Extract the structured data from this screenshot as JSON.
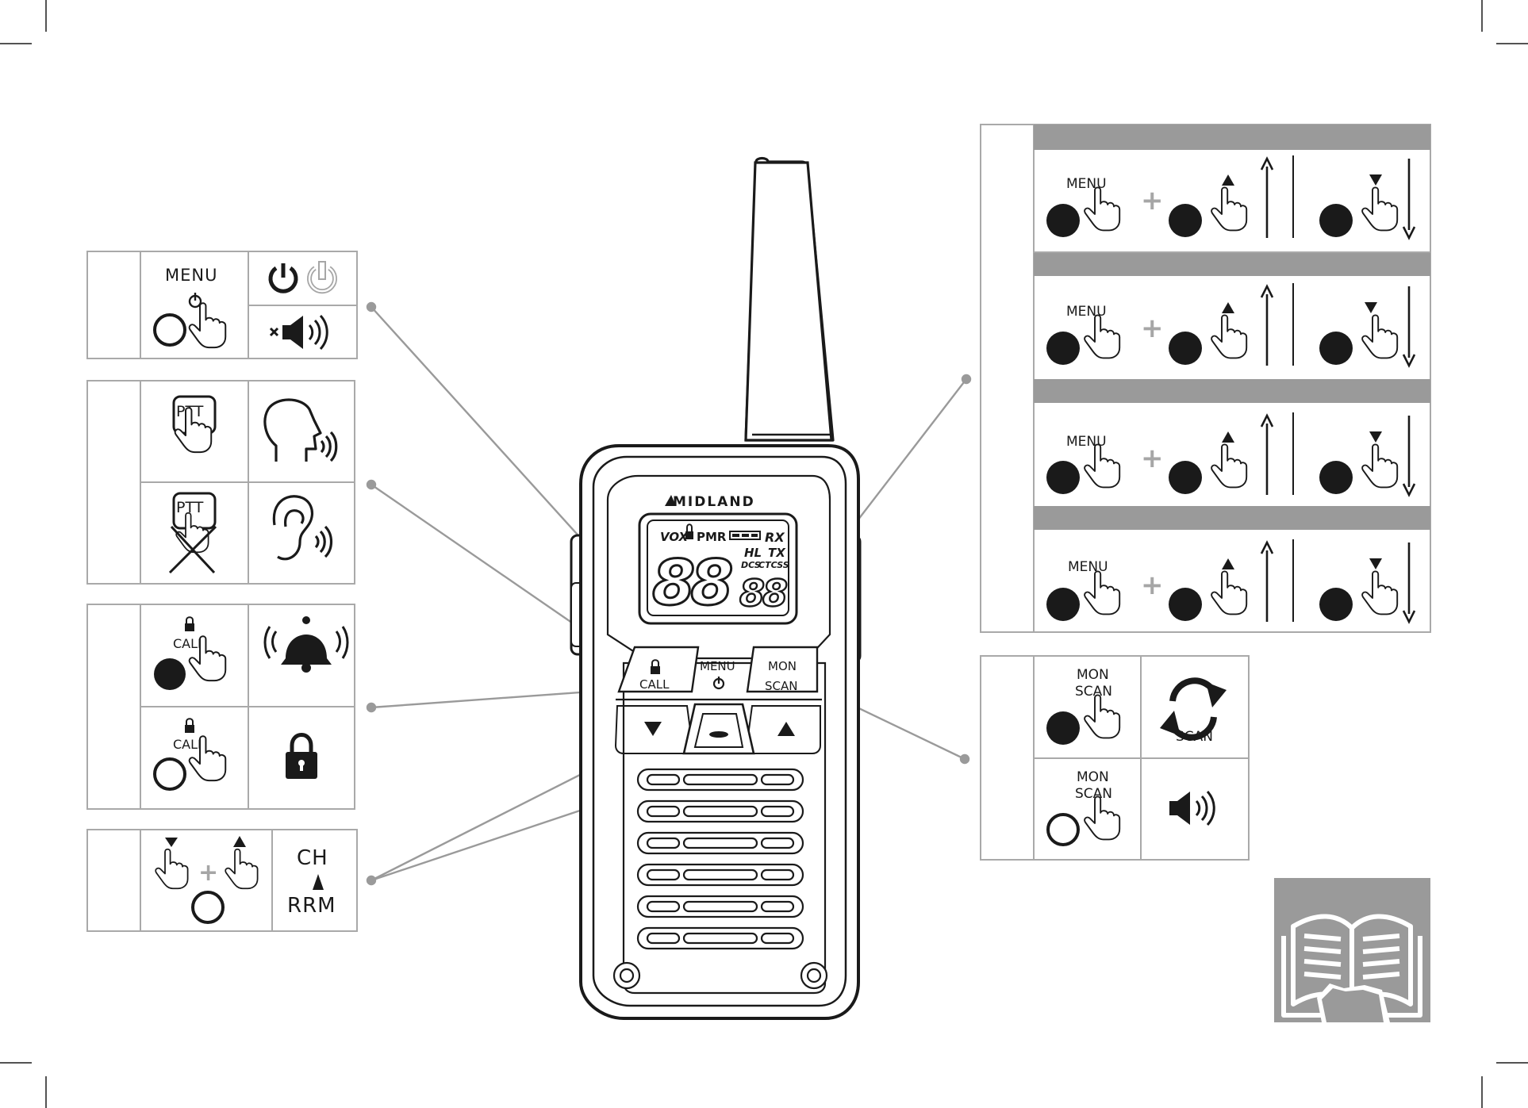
{
  "colors": {
    "ink": "#1a1a1a",
    "panel_border": "#a9a9a9",
    "band_gray": "#9a9a9a",
    "leader": "#9a9a9a",
    "plus_gray": "#a6a6a6",
    "paper": "#ffffff"
  },
  "radio": {
    "brand": "MIDLAND",
    "lcd": {
      "vox": "VOX",
      "pmr": "PMR",
      "rx": "RX",
      "hl": "HL",
      "tx": "TX",
      "dcs": "DCS",
      "ctcss": "CTCSS",
      "big_digits": "88",
      "small_digits": "88"
    },
    "keys": {
      "call": "CALL",
      "menu": "MENU",
      "mon": "MON",
      "scan": "SCAN"
    }
  },
  "left_panels": {
    "power": {
      "key": "MENU"
    },
    "ptt": {
      "key_top": "PTT",
      "key_bottom": "PTT"
    },
    "call": {
      "key_top": "CALL",
      "key_bottom": "CALL"
    },
    "channel": {
      "result_top": "CH",
      "result_bottom": "RRM"
    }
  },
  "right_panels": {
    "menu_rows": [
      {
        "key": "MENU"
      },
      {
        "key": "MENU"
      },
      {
        "key": "MENU"
      },
      {
        "key": "MENU"
      }
    ],
    "monscan": {
      "top_key_1": "MON",
      "top_key_2": "SCAN",
      "result_label": "SCAN",
      "bottom_key_1": "MON",
      "bottom_key_2": "SCAN"
    }
  },
  "icons": [
    "power-icon",
    "power-outline-icon",
    "mute-speaker-icon",
    "finger-press-icon",
    "talk-head-icon",
    "listen-ear-icon",
    "ring-bell-icon",
    "padlock-icon",
    "scan-arrows-icon",
    "speaker-icon",
    "read-manual-icon",
    "arrow-up-icon",
    "arrow-down-icon"
  ]
}
